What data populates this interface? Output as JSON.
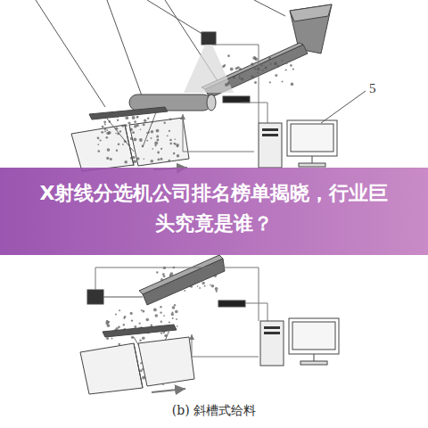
{
  "diagram": {
    "title": "X射线分选机公司排名榜单揭晓，行业巨头究竟是谁？",
    "caption": "(b) 斜槽式给料",
    "labels": [
      "5"
    ]
  }
}
